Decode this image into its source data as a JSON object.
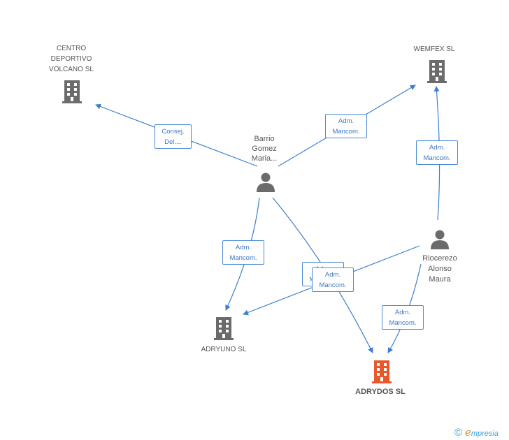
{
  "nodes": {
    "centro": {
      "label": "CENTRO\nDEPORTIVO\nVOLCANO  SL",
      "type": "company"
    },
    "wemfex": {
      "label": "WEMFEX SL",
      "type": "company"
    },
    "barrio": {
      "label": "Barrio\nGomez\nMaria...",
      "type": "person"
    },
    "riocerezo": {
      "label": "Riocerezo\nAlonso\nMaura",
      "type": "person"
    },
    "adryuno": {
      "label": "ADRYUNO SL",
      "type": "company"
    },
    "adrydos": {
      "label": "ADRYDOS SL",
      "type": "company-highlight"
    }
  },
  "edges": {
    "e1": {
      "line1": "Consej.",
      "line2": "Del...."
    },
    "e2": {
      "line1": "Adm.",
      "line2": "Mancom."
    },
    "e3": {
      "line1": "Adm.",
      "line2": "Mancom."
    },
    "e4": {
      "line1": "Adm.",
      "line2": "Mancom."
    },
    "e5": {
      "line1": "Adm.",
      "line2": "Mancom."
    },
    "e6": {
      "line1": "Adm.",
      "line2": "Mancom."
    },
    "e7": {
      "line1": "Adm.",
      "line2": "Mancom."
    }
  },
  "colors": {
    "edge": "#3c7fd1",
    "company": "#6b6b6b",
    "highlight": "#e8582a",
    "person": "#6b6b6b"
  },
  "footer": {
    "symbol": "©",
    "brand_initial": "e",
    "brand_rest": "mpresia"
  }
}
